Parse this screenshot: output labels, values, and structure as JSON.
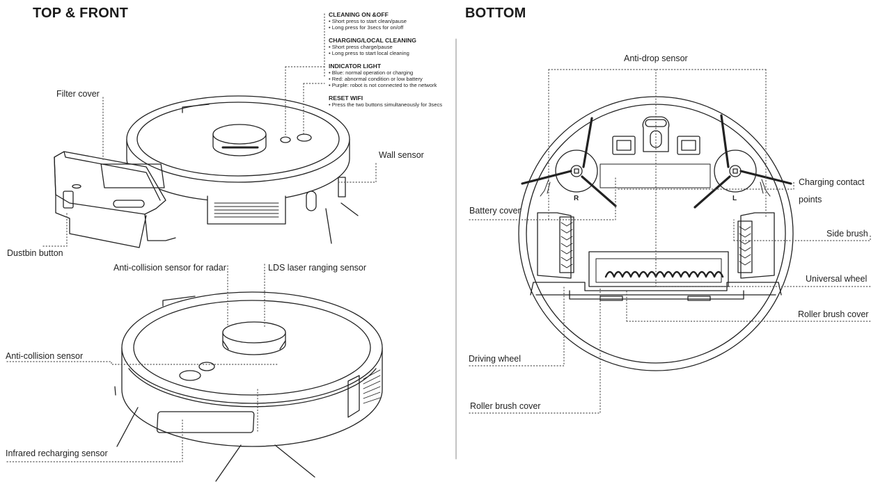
{
  "headings": {
    "top_front": "TOP & FRONT",
    "bottom": "BOTTOM"
  },
  "buttons_panel": [
    {
      "title": "CLEANING ON &OFF",
      "lines": [
        "• Short press to start clean/pause",
        "• Long press for 3secs for on/off"
      ]
    },
    {
      "title": "CHARGING/LOCAL CLEANING",
      "lines": [
        "• Short press charge/pause",
        "• Long press to start local cleaning"
      ]
    },
    {
      "title": "INDICATOR LIGHT",
      "lines": [
        "• Blue: normal operation or charging",
        "• Red: abnormal condition or low battery",
        "• Purple: robot is not connected to the network"
      ]
    },
    {
      "title": "RESET WIFI",
      "lines": [
        "• Press the two buttons simultaneously for 3secs"
      ]
    }
  ],
  "labels": {
    "filter_cover": "Filter cover",
    "dustbin_button": "Dustbin button",
    "wall_sensor": "Wall sensor",
    "anti_collision_radar": "Anti-collision sensor for radar",
    "lds_sensor": "LDS laser ranging sensor",
    "anti_collision": "Anti-collision sensor",
    "infrared_recharging": "Infrared recharging sensor",
    "anti_drop": "Anti-drop sensor",
    "charging_contact_1": "Charging contact",
    "charging_contact_2": "points",
    "battery_cover": "Battery cover",
    "side_brush": "Side brush",
    "universal_wheel": "Universal wheel",
    "roller_brush_cover_right": "Roller brush cover",
    "driving_wheel": "Driving wheel",
    "roller_brush_cover_left": "Roller brush cover"
  },
  "wheel_marks": {
    "right": "R",
    "left": "L"
  }
}
